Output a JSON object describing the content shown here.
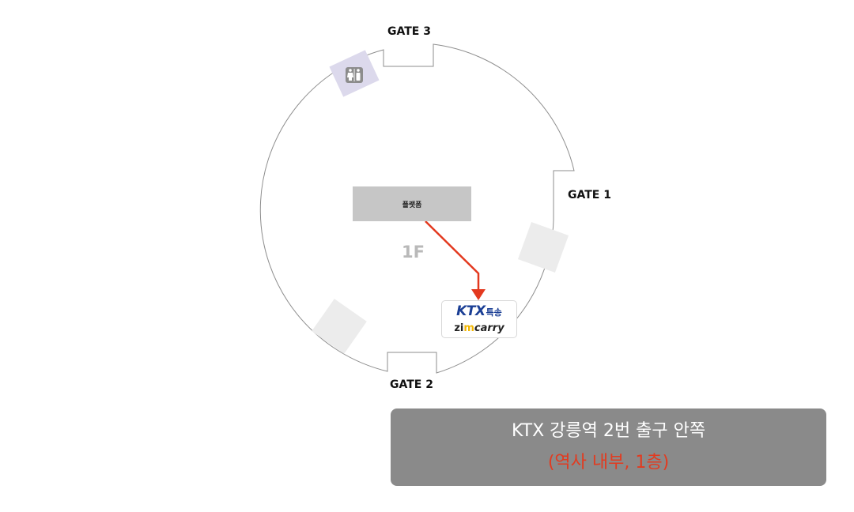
{
  "colors": {
    "arrow": "#e3391f",
    "platform": "#c6c6c6",
    "info_box_bg": "#8a8a8a",
    "info_text": "#ffffff",
    "info_highlight": "#e23b20",
    "restroom_area": "#dcd9ec",
    "restroom_icon_bg": "#8c8c8c",
    "square_area": "#ececec",
    "ktx_blue": "#1b3f95",
    "zimcarry_yellow": "#f2b600"
  },
  "gates": {
    "gate3": "GATE 3",
    "gate1": "GATE 1",
    "gate2": "GATE 2"
  },
  "platform": {
    "label": "플랫폼"
  },
  "floor": {
    "label": "1F"
  },
  "icons": {
    "restroom": "restroom-icon",
    "arrow": "arrow-down-icon"
  },
  "logo": {
    "ktx": "KTX",
    "ktx_sub": "특송",
    "zim_a": "zi",
    "zim_b": "m",
    "zim_c": "carry"
  },
  "info": {
    "line1": "KTX 강릉역 2번 출구 안쪽",
    "line2": "(역사 내부, 1층)"
  }
}
